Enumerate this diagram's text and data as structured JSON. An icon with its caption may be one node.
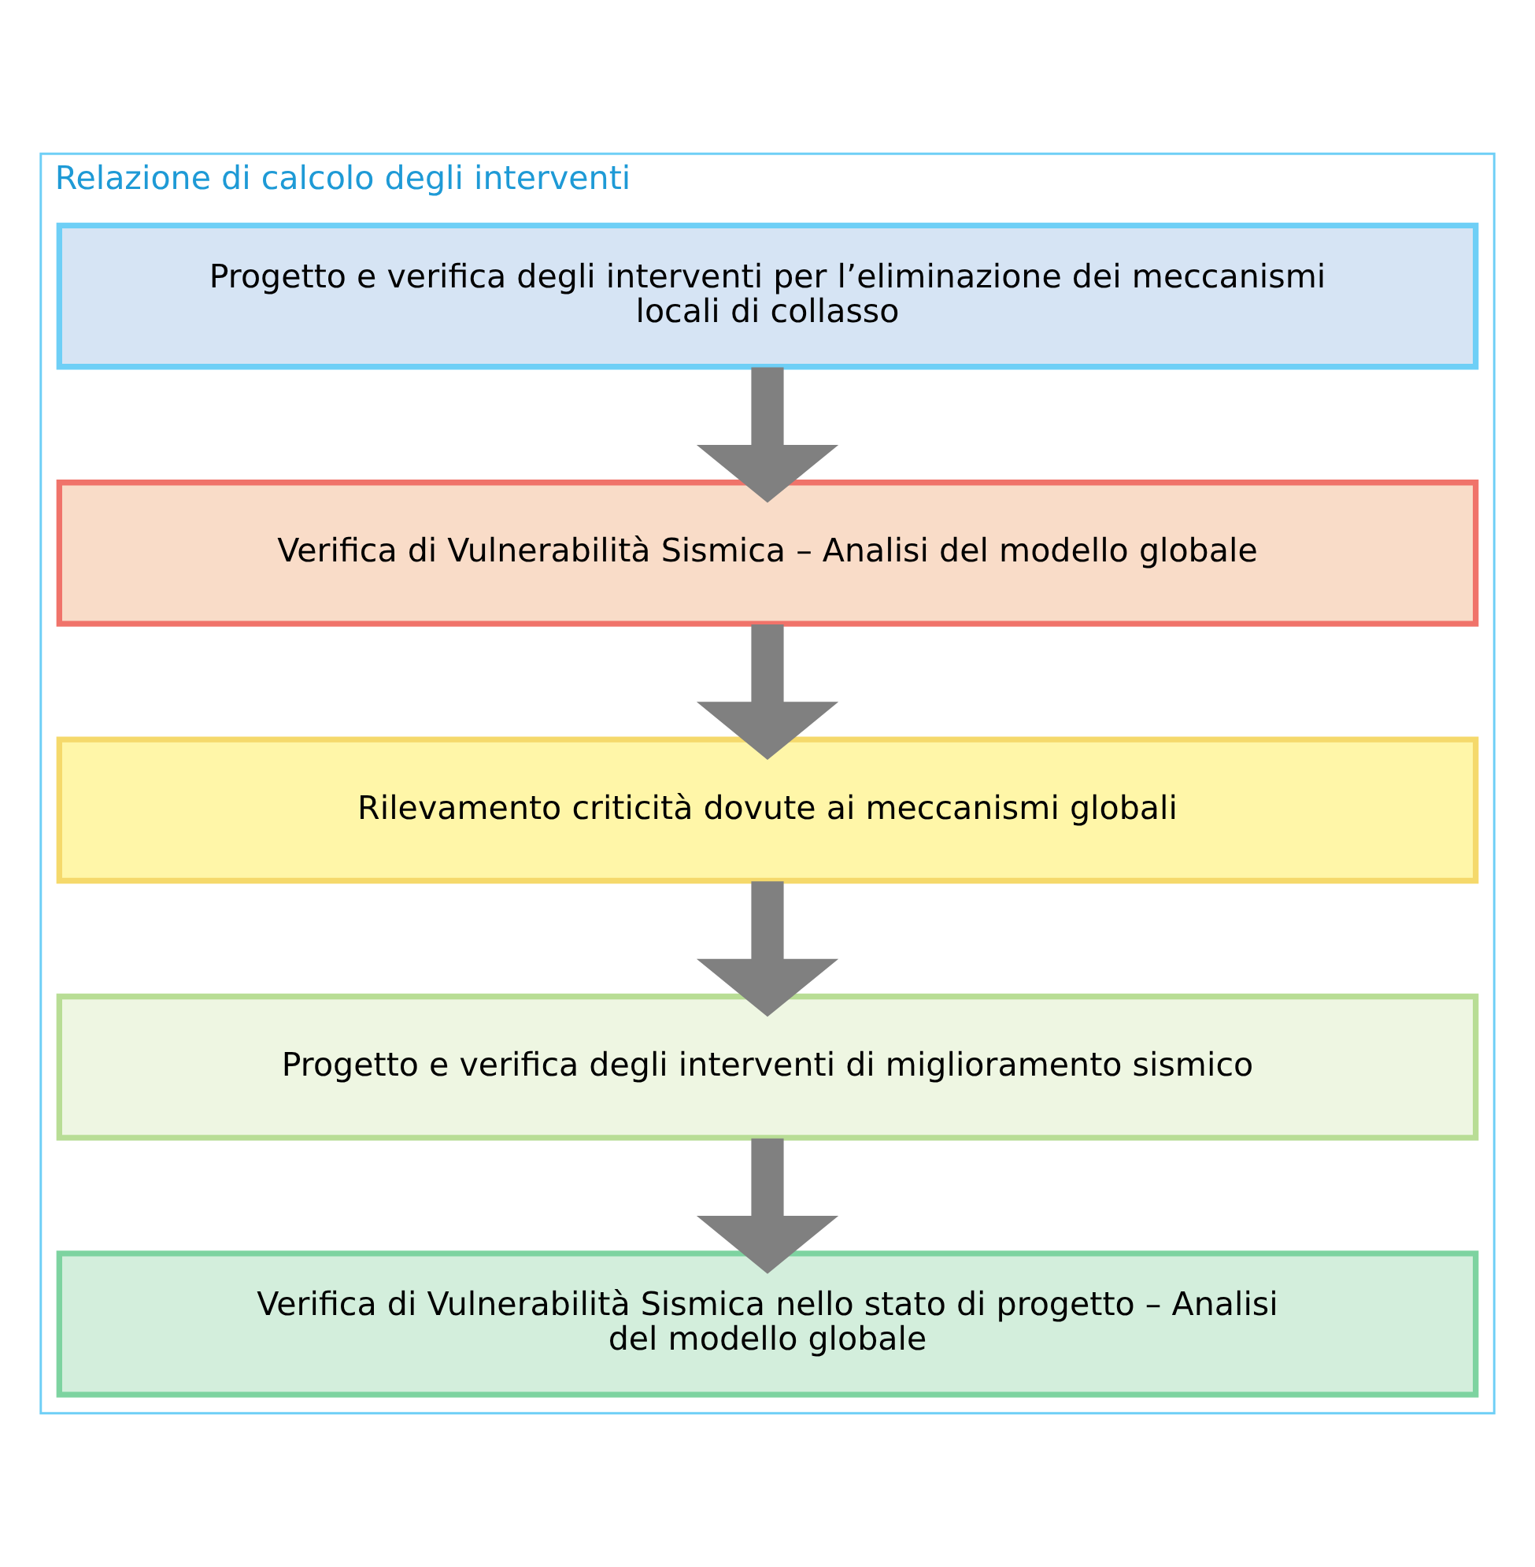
{
  "diagram": {
    "nodes": [
      {
        "text": [
          "Relazione di calcolo degli interventi"
        ]
      },
      {
        "text": [
          "Progetto e verifica degli interventi per l’eliminazione dei meccanismi locali di collasso"
        ],
        "in": 0
      },
      {
        "text": [
          "Verifica di Vulnerabilità Sismica – Analisi del modello globale"
        ],
        "in": 0
      },
      {
        "text": [
          "Rilevamento criticità dovute ai meccanismi globali"
        ],
        "in": 0
      },
      {
        "text": [
          "Progetto e verifica degli interventi di miglioramento sismico"
        ],
        "in": 0
      },
      {
        "text": [
          "Verifica di Vulnerabilità Sismica nello stato di progetto – Analisi del modello globale"
        ],
        "in": 0
      }
    ],
    "edges": [
      {
        "from": 1,
        "to": 2,
        "arrow": "to"
      },
      {
        "from": 2,
        "to": 3,
        "arrow": "to"
      },
      {
        "from": 3,
        "to": 4,
        "arrow": "to"
      },
      {
        "from": 4,
        "to": 5,
        "arrow": "to"
      }
    ]
  }
}
